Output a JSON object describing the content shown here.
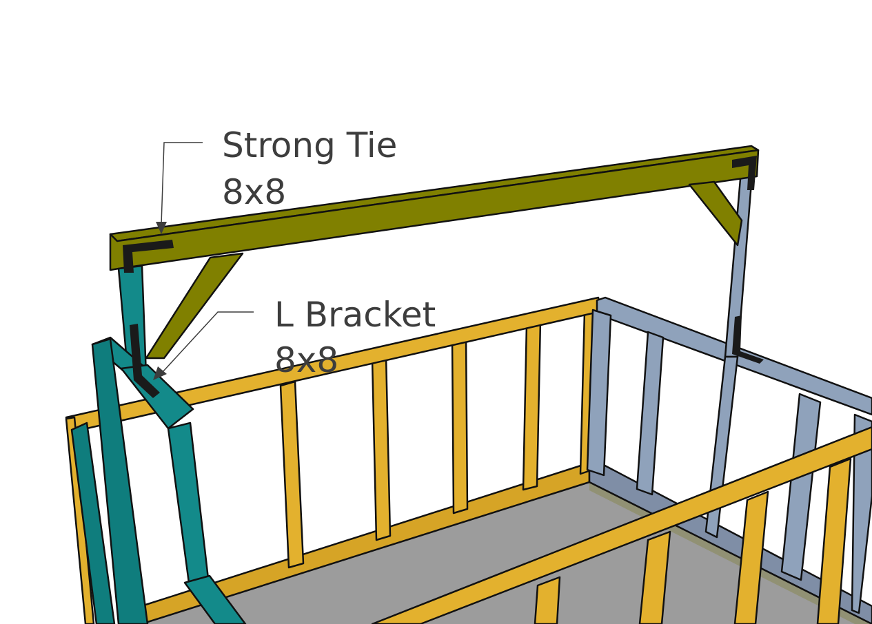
{
  "labels": {
    "strong_tie": {
      "name": "Strong Tie",
      "size": "8x8"
    },
    "l_bracket": {
      "name": "L Bracket",
      "size": "8x8"
    }
  },
  "colors": {
    "beam_olive": "#808000",
    "beam_olive_dark": "#5f6600",
    "post_teal": "#138a8a",
    "post_teal_dark": "#0a6666",
    "rail_yellow": "#e3b12e",
    "rail_yellow_dark": "#b88a18",
    "frame_gray": "#8fa2bb",
    "frame_gray_dark": "#6f8098",
    "floor_gray": "#9c9c9c",
    "bracket_black": "#1a1a1a",
    "text": "#3d3d3d"
  }
}
